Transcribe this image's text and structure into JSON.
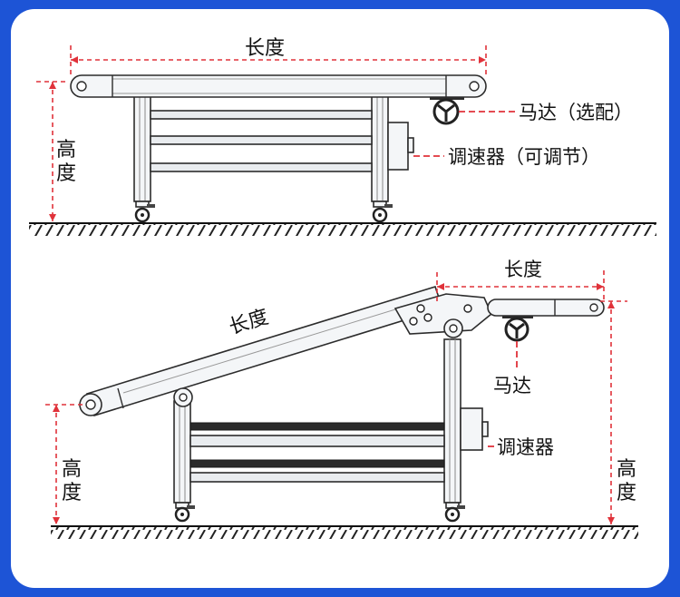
{
  "top_diagram": {
    "length_label": "长度",
    "height_label_1": "高",
    "height_label_2": "度",
    "motor_label": "马达（选配）",
    "controller_label": "调速器（可调节）"
  },
  "bottom_diagram": {
    "incline_length_label": "长度",
    "flat_length_label": "长度",
    "motor_label": "马达",
    "controller_label": "调速器",
    "left_height_label_1": "高",
    "left_height_label_2": "度",
    "right_height_label_1": "高",
    "right_height_label_2": "度"
  },
  "colors": {
    "background": "#1d54d6",
    "card": "#ffffff",
    "dimension_line": "#e0323a",
    "structure": "#2c2c2c"
  }
}
